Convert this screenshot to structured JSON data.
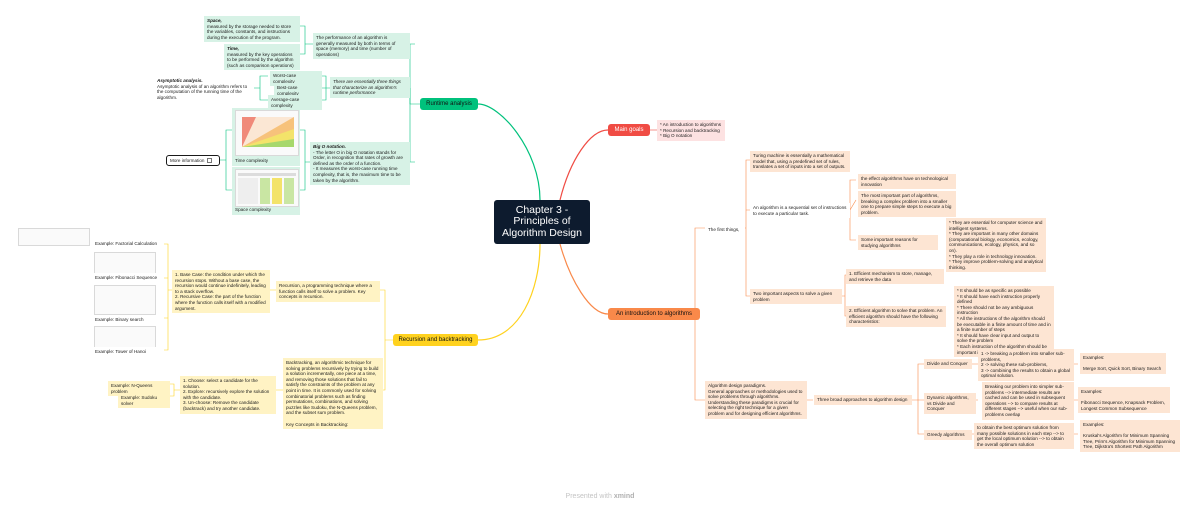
{
  "root": {
    "title": "Chapter 3 - Principles of Algorithm Design"
  },
  "branches": {
    "runtime": "Runtime analysis",
    "goals": "Main goals",
    "recursion": "Recursion and backtracking",
    "intro": "An introduction to algorithms"
  },
  "runtime": {
    "space_title": "Space,",
    "space_text": "measured by the storage needed to store the variables, constants, and instructions during the execution of the program.",
    "time_title": "Time,",
    "time_text": "measured by the key operations to be performed by the algorithm (such as comparison operations)",
    "performance": "The performance of an algorithm is generally measured by both in terms of space (memory) and time (number of operations)",
    "asymptotic_title": "Asymptotic analysis.",
    "asymptotic_text": "Asymptotic analysis of an algorithm refers to the computation of the running time of the algorithm.",
    "worst": "Worst-case complexity",
    "best": "Best-case complexity",
    "average": "Average-case complexity",
    "three_things": "There are essentially three things that characterize an algorithm's runtime performance",
    "more_info": "More information",
    "time_complexity": "Time complexity",
    "space_complexity": "Space complexity",
    "bigo_title": "Big O notation.",
    "bigo_text": "- The letter O in big O notation stands for Order, in recognition that rates of growth are defined as the order of a function.\n- It measures the worst-case running time complexity, that is, the maximum time to be taken by the algorithm."
  },
  "goals": {
    "text": "* An introduction to algorithms\n* Recursion and backtracking\n* Big O notation"
  },
  "recursion": {
    "factorial": "Example: Factorial Calculation",
    "fibonacci": "Example: Fibonacci Sequence",
    "binary": "Example: Binary search",
    "hanoi": "Example: Tower of Hanoi",
    "base_case": "1. Base Case: the condition under which the recursion stops. Without a base case, the recursion would continue indefinitely, leading to a stack overflow.\n2. Recursive Case: the part of the function where the function calls itself with a modified argument.",
    "recursion_def": "Recursion, a programming technique where a function calls itself to solve a problem. Key concepts in recursion.",
    "nqueens": "Example: N-Queens problem",
    "sudoku": "Example: Sudoku solver",
    "choose": "1. Choose: select a candidate for the solution.\n2. Explore: recursively explore the solution with the candidate.\n3. Un-choose: Remove the candidate (backtrack) and try another candidate.",
    "backtracking": "Backtracking, an algorithmic technique for solving problems recursively by trying to build a solution incrementally, one piece at a time, and removing those solutions that fail to satisfy the constraints of the problem at any point in time. It is commonly used for solving combinatorial problems such as finding permutations, combinations, and solving puzzles like Sudoku, the N-Queens problem, and the subset sum problem.\n\nKey Concepts in Backtracking:"
  },
  "intro": {
    "first_things": "The first things,",
    "turing": "Turing machine is essentially a mathematical model that, using a predefined set of rules, translates a set of inputs into a set of outputs.",
    "algorithm_def": "An algorithm is a sequential set of instructions to execute a particular task.",
    "effect": "the effect algorithms have on technological innovation",
    "important_part": "The most important part of algorithms, breaking a complex problem into a smaller one to prepare simple steps to execute a big problem.",
    "reasons_label": "Some important reasons for studying algorithms",
    "reasons": "* They are essential for computer science and intelligent systems.\n* They are important in many other domains (computational biology, economics, ecology, communications, ecology, physics, and so on).\n* They play a role in technology innovation.\n* They improve problem-solving and analytical thinking.",
    "two_aspects": "Two important aspects to solve a given problem",
    "efficient1": "1. Efficient mechanism to store, manage, and retrieve the data",
    "efficient2": "2. Efficient algorithm to solve that problem. An efficient algorithm should have the following characteristics:",
    "characteristics": "* It should be as specific as possible\n* It should have each instruction properly defined\n* There should not be any ambiguous instruction\n* All the instructions of the algorithm should be executable in a finite amount of time and in a finite number of steps\n* It should have clear input and output to solve the problem\n* Each instruction of the algorithm should be important in solving the given problem",
    "paradigms": "Algorithm design paradigms.\nGeneral approaches or methodologies used to solve problems through algorithms. Understanding these paradigms is crucial for selecting the right technique for a given problem and for designing efficient algorithms.",
    "three_approaches": "Three broad approaches to algorithm design",
    "divide": "Divide and Conquer",
    "divide_steps": "1 -> breaking a problem into smaller sub-problems,\n2 -> solving these sub-problems,\n3 -> combining the results to obtain a global optimal solution.",
    "divide_ex": "Examples:\n\nMerge Sort, Quick Sort, Binary Search",
    "dynamic": "Dynamic algorithms, vs Divide and Conquer",
    "dynamic_text": "Breaking our problem into simpler sub-problems --> intermediate results are cached and can be used in subsequent operations --> to compare results at different stages --> useful when our sub-problems overlap",
    "dynamic_ex": "Examples:\n\nFibonacci Sequence, Knapsack Problem, Longest Common Subsequence",
    "greedy": "Greedy algorithms",
    "greedy_text": "to obtain the best optimum solution from many possible solutions in each step --> to get the local optimum solution --> to obtain the overall optimum solution",
    "greedy_ex": "Examples:\n\nKruskal's Algorithm for Minimum Spanning Tree, Prim's Algorithm for Minimum Spanning Tree, Dijkstra's Shortest Path Algorithm"
  },
  "footer": {
    "prefix": "Presented with",
    "brand": "xmind"
  },
  "colors": {
    "green": "#00c17c",
    "red": "#f04c44",
    "orange": "#f9894a",
    "yellow": "#ffd21f",
    "root": "#0d1b2e"
  }
}
